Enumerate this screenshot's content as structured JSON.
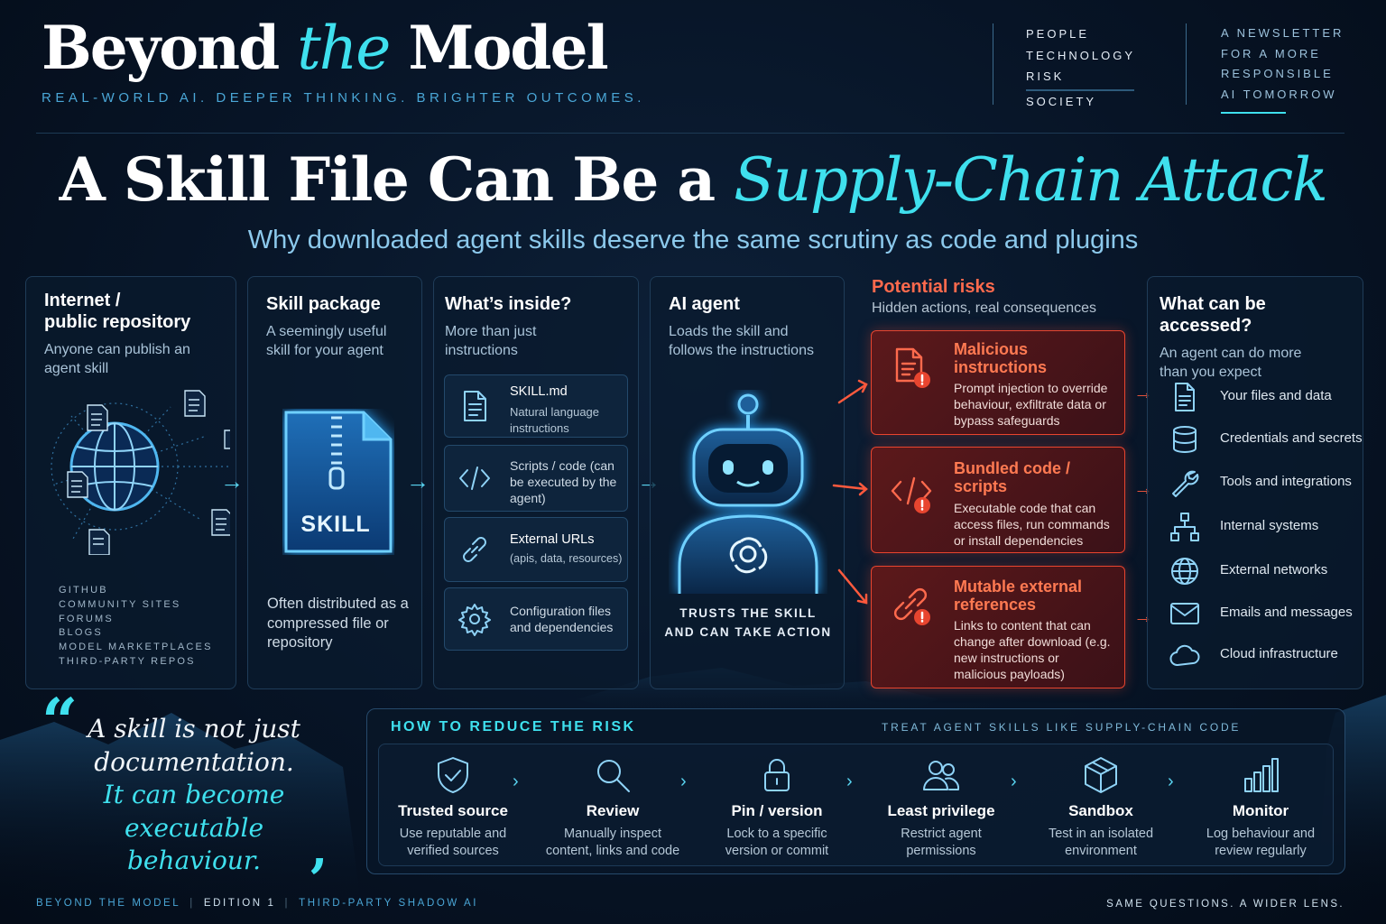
{
  "masthead": {
    "logo_pre": "Beyond",
    "logo_em": "the",
    "logo_post": "Model",
    "tagline": "REAL-WORLD AI. DEEPER THINKING. BRIGHTER OUTCOMES."
  },
  "topics": [
    "PEOPLE",
    "TECHNOLOGY",
    "RISK",
    "SOCIETY"
  ],
  "newsletter": [
    "A NEWSLETTER",
    "FOR A MORE",
    "RESPONSIBLE",
    "AI TOMORROW"
  ],
  "title": {
    "plain": "A Skill File Can Be a",
    "emphasis": "Supply-Chain Attack"
  },
  "subtitle": "Why downloaded agent skills deserve the same scrutiny as code and plugins",
  "internet": {
    "title_line1": "Internet /",
    "title_line2": "public repository",
    "sub": "Anyone can publish an agent skill",
    "sources": [
      "GITHUB",
      "COMMUNITY SITES",
      "FORUMS",
      "BLOGS",
      "MODEL MARKETPLACES",
      "THIRD-PARTY REPOS"
    ]
  },
  "package": {
    "title": "Skill package",
    "sub": "A seemingly useful skill for your agent",
    "icon_label": "SKILL",
    "foot": "Often distributed as a compressed file or repository"
  },
  "inside": {
    "title": "What’s inside?",
    "sub": "More than just instructions",
    "items": [
      {
        "title": "SKILL.md",
        "desc": "Natural language instructions",
        "icon": "document-icon"
      },
      {
        "title": "",
        "desc": "Scripts / code (can be executed by the agent)",
        "icon": "code-icon"
      },
      {
        "title": "External URLs",
        "desc": "(apis, data, resources)",
        "icon": "link-icon"
      },
      {
        "title": "",
        "desc": "Configuration files and dependencies",
        "icon": "gear-icon"
      }
    ]
  },
  "agent": {
    "title": "AI agent",
    "sub": "Loads the skill and follows the instructions",
    "foot_line1": "TRUSTS THE SKILL",
    "foot_line2": "AND CAN TAKE ACTION"
  },
  "risks": {
    "title": "Potential risks",
    "sub": "Hidden actions, real consequences",
    "items": [
      {
        "title": "Malicious instructions",
        "desc": "Prompt injection to override behaviour, exfiltrate data or bypass safeguards",
        "icon": "alert-document-icon"
      },
      {
        "title": "Bundled code / scripts",
        "desc": "Executable code that can access files, run commands or install dependencies",
        "icon": "alert-code-icon"
      },
      {
        "title": "Mutable external references",
        "desc": "Links to content that can change after download (e.g. new instructions or malicious payloads)",
        "icon": "alert-link-icon"
      }
    ]
  },
  "access": {
    "title": "What can be accessed?",
    "sub": "An agent can do more than you expect",
    "items": [
      {
        "label": "Your files and data",
        "icon": "file-icon"
      },
      {
        "label": "Credentials and secrets",
        "icon": "database-icon"
      },
      {
        "label": "Tools and integrations",
        "icon": "wrench-icon"
      },
      {
        "label": "Internal systems",
        "icon": "network-icon"
      },
      {
        "label": "External networks",
        "icon": "globe-icon"
      },
      {
        "label": "Emails and messages",
        "icon": "mail-icon"
      },
      {
        "label": "Cloud infrastructure",
        "icon": "cloud-icon"
      }
    ]
  },
  "quote": {
    "line1": "A skill is not just",
    "line2": "documentation.",
    "line3": "It can become",
    "line4": "executable behaviour."
  },
  "reduce": {
    "title": "HOW TO REDUCE THE RISK",
    "tagline": "TREAT AGENT SKILLS LIKE SUPPLY-CHAIN CODE",
    "steps": [
      {
        "title": "Trusted source",
        "desc": "Use reputable and verified sources",
        "icon": "shield-check-icon"
      },
      {
        "title": "Review",
        "desc": "Manually inspect content, links and code",
        "icon": "magnifier-icon"
      },
      {
        "title": "Pin / version",
        "desc": "Lock to a specific version or commit",
        "icon": "lock-icon"
      },
      {
        "title": "Least privilege",
        "desc": "Restrict agent permissions",
        "icon": "users-icon"
      },
      {
        "title": "Sandbox",
        "desc": "Test in an isolated environment",
        "icon": "box-icon"
      },
      {
        "title": "Monitor",
        "desc": "Log behaviour and review regularly",
        "icon": "bar-chart-icon"
      }
    ]
  },
  "footer": {
    "brand": "BEYOND THE MODEL",
    "edition": "EDITION 1",
    "series": "THIRD-PARTY SHADOW AI",
    "right": "SAME QUESTIONS. A WIDER LENS."
  },
  "colors": {
    "accent": "#3fe0ee",
    "risk": "#e8452f",
    "background": "#071426"
  }
}
